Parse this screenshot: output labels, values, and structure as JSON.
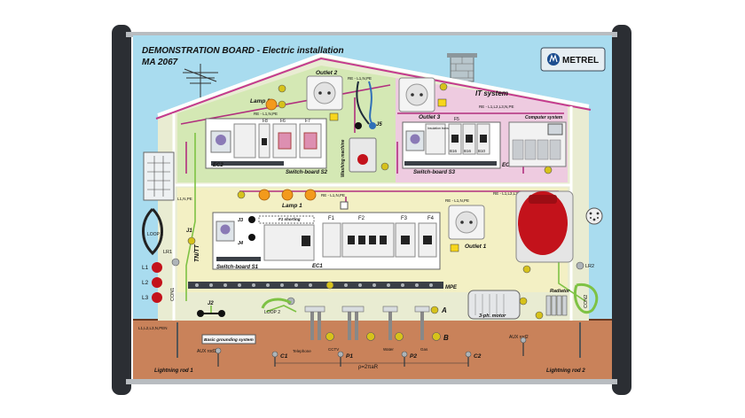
{
  "board": {
    "title": "DEMONSTRATION BOARD  -  Electric installation",
    "model": "MA 2067",
    "brand": "METREL",
    "colors": {
      "sky": "#a9dcef",
      "ground": "#c9825a",
      "roof": "#c43a8e",
      "house_wall": "#e9ecd2",
      "room_green": "#d4e8b4",
      "room_pink": "#eecbe0",
      "yellow_room": "#f3f0c4",
      "socket_red": "#c3121b",
      "terminal": "#d6c21b",
      "wire_green": "#7ec244",
      "rail": "#3a3f46"
    }
  },
  "labels": {
    "outlet2": "Outlet 2",
    "outlet3": "Outlet 3",
    "outlet1": "Outlet 1",
    "lamp2": "Lamp 2",
    "lamp1": "Lamp 1",
    "it_system": "IT system",
    "computer_system": "Computer system",
    "insulation_transformer": "Insulation transformer",
    "washing_machine": "Washing machine",
    "switchboard_s2": "Switch-board S2",
    "switchboard_s3": "Switch-board S3",
    "switchboard_s1": "Switch-board S1",
    "ec1": "EC1",
    "ec2_left": "EC2",
    "ec2_right": "EC2",
    "mpe": "MPE",
    "loop1": "LOOP 1",
    "loop2": "LOOP 2",
    "lr1": "LR1",
    "lr2": "LR2",
    "l1": "L1",
    "l2": "L2",
    "l3": "L3",
    "con1": "CON1",
    "con2": "CON2",
    "j1": "J1",
    "j2": "J2",
    "j3": "J3",
    "j4": "J4",
    "j5": "J5",
    "f1": "F1",
    "f2": "F2",
    "f3": "F3",
    "f4": "F4",
    "f5": "F5",
    "f6": "F6",
    "f7": "F7",
    "f8": "F8",
    "f1_shorting": "F1 shorting",
    "tn_tt": "TN/TT",
    "three_ph_motor": "3-ph. motor",
    "radiator": "Radiator",
    "basic_grounding": "Basic grounding system",
    "lightning_rod1": "Lightning rod 1",
    "lightning_rod2": "Lightning rod 2",
    "aux_rod1": "AUX rod1",
    "aux_rod2": "AUX rod2",
    "rho": "ρ=2πaR",
    "p1": "P1",
    "p2": "P2",
    "c1": "C1",
    "c2": "C2",
    "point_a": "A",
    "point_b": "B",
    "telephone": "Telephone",
    "cctv": "CCTV",
    "water": "Water",
    "gas": "Gas",
    "bus_pe": "RE - L1,N,PE",
    "bus_3ph": "RE - L1,L2,L3,N,PE",
    "l1npe": "L1,N,PE",
    "b16_a": "B16",
    "b16_b": "B16",
    "b10": "B10",
    "ground_cable": "L1,L2,L3,N,PEN"
  }
}
